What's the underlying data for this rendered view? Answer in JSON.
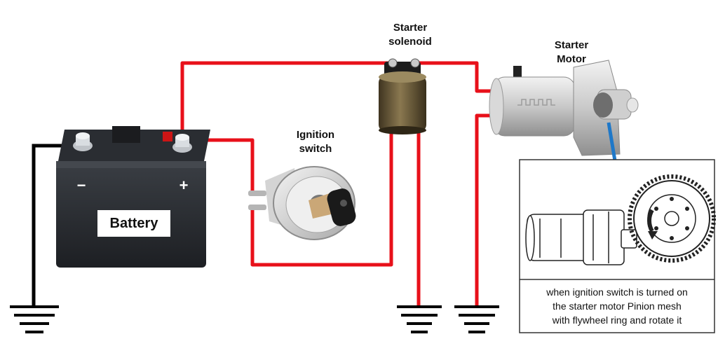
{
  "labels": {
    "starter_solenoid_line1": "Starter",
    "starter_solenoid_line2": "solenoid",
    "starter_motor_line1": "Starter",
    "starter_motor_line2": "Motor",
    "ignition_line1": "Ignition",
    "ignition_line2": "switch",
    "battery": "Battery",
    "battery_negative": "−",
    "battery_positive": "+"
  },
  "caption": {
    "line1": "when ignition switch is turned on",
    "line2": "the starter motor Pinion mesh",
    "line3": "with flywheel ring and rotate it"
  },
  "colors": {
    "positive_wire": "#e8101a",
    "ground_wire": "#000000",
    "pointer_arrow": "#1f78c8",
    "battery_body": "#2b2e33",
    "solenoid_body": "#6b5a36"
  }
}
